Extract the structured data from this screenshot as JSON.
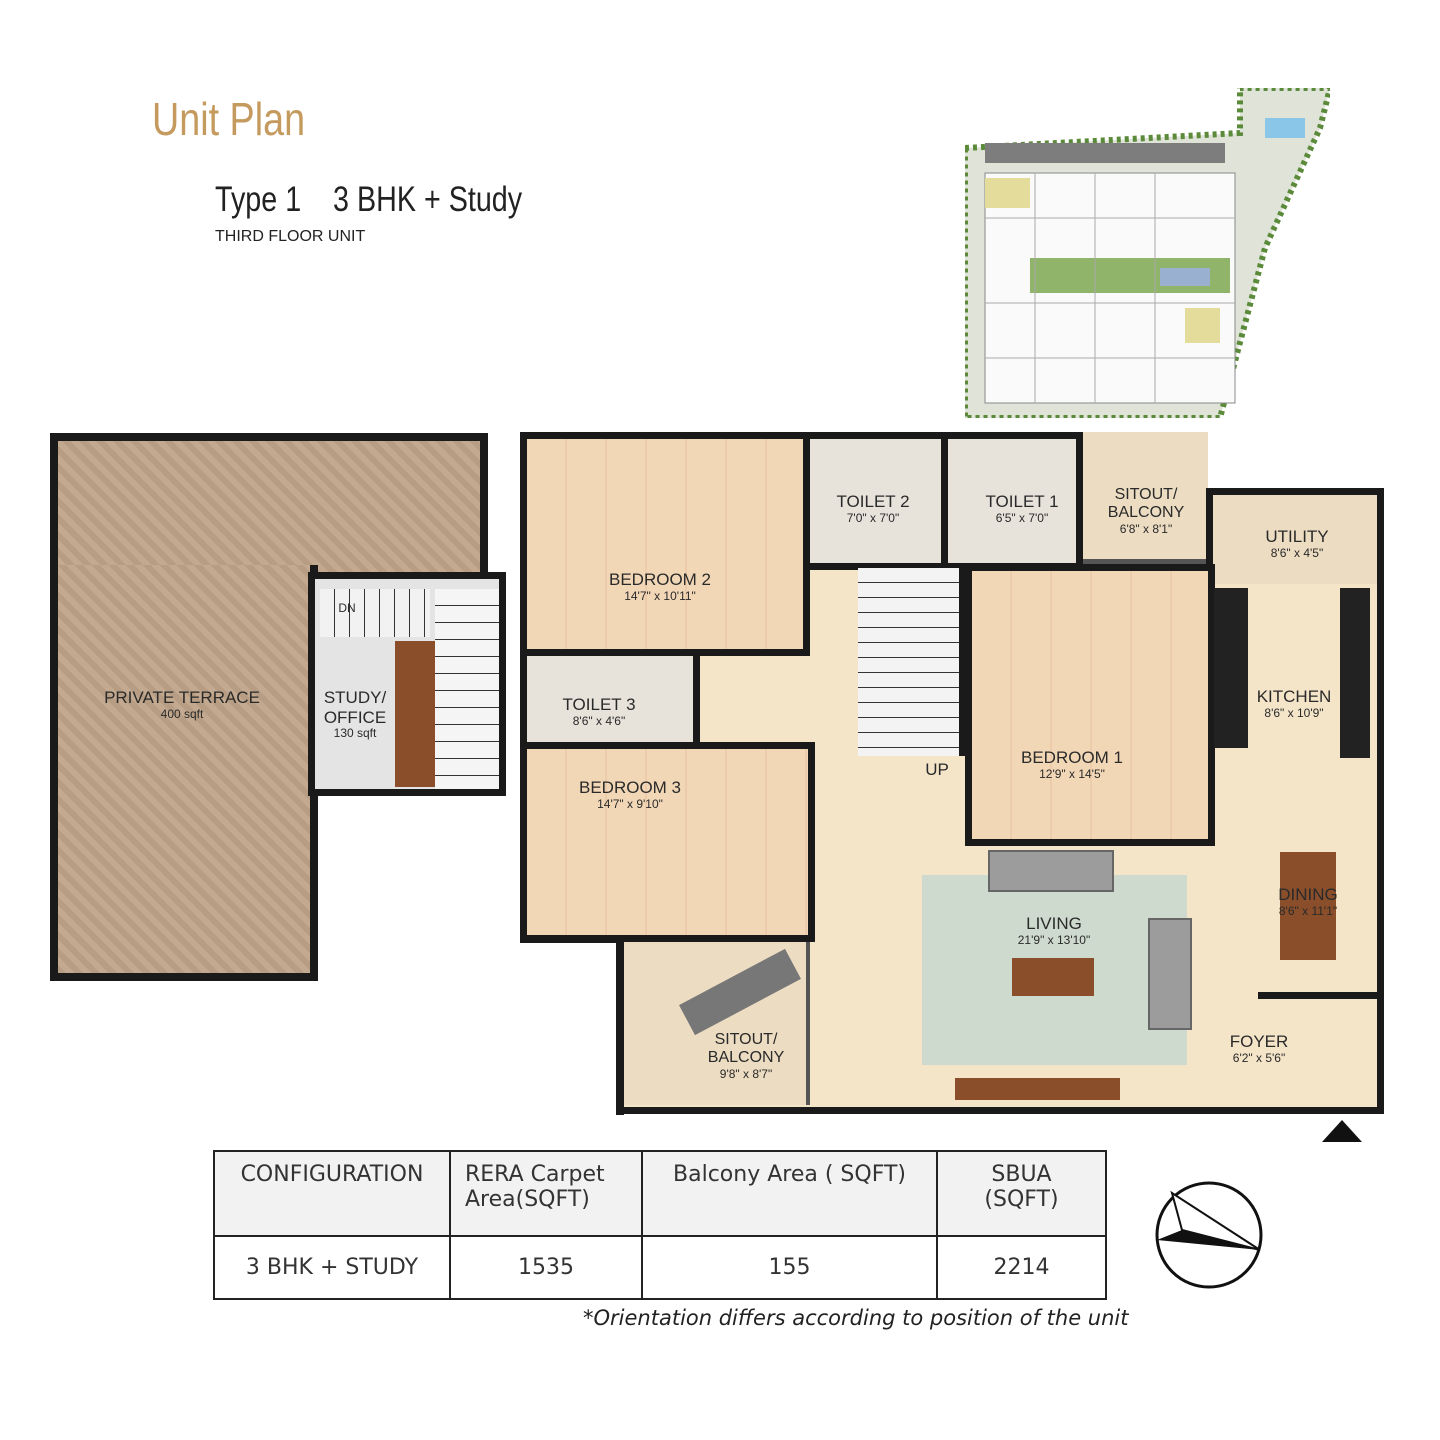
{
  "header": {
    "title": "Unit Plan",
    "type": "Type 1    3 BHK + Study",
    "floor": "THIRD FLOOR UNIT"
  },
  "colors": {
    "title": "#c49a5e",
    "wall": "#1a1a1a",
    "wood_floor": "#f2d7b6",
    "marble_floor": "#f4e5c9",
    "terrace": "#b79d83"
  },
  "terrace": {
    "private_terrace": {
      "name": "PRIVATE TERRACE",
      "size": "400 sqft"
    },
    "study": {
      "name1": "STUDY/",
      "name2": "OFFICE",
      "size": "130 sqft"
    },
    "stair_dn": "DN"
  },
  "rooms": {
    "bedroom2": {
      "name": "BEDROOM 2",
      "size": "14'7\" x 10'11\""
    },
    "toilet2": {
      "name": "TOILET 2",
      "size": "7'0\" x 7'0\""
    },
    "toilet1": {
      "name": "TOILET 1",
      "size": "6'5\" x 7'0\""
    },
    "sitout1": {
      "name1": "SITOUT/",
      "name2": "BALCONY",
      "size": "6'8\" x 8'1\""
    },
    "utility": {
      "name": "UTILITY",
      "size": "8'6\" x 4'5\""
    },
    "kitchen": {
      "name": "KITCHEN",
      "size": "8'6\" x 10'9\""
    },
    "toilet3": {
      "name": "TOILET 3",
      "size": "8'6\" x 4'6\""
    },
    "bedroom1": {
      "name": "BEDROOM 1",
      "size": "12'9\" x 14'5\""
    },
    "bedroom3": {
      "name": "BEDROOM 3",
      "size": "14'7\" x 9'10\""
    },
    "living": {
      "name": "LIVING",
      "size": "21'9\" x 13'10\""
    },
    "dining": {
      "name": "DINING",
      "size": "8'6\" x 11'1\""
    },
    "sitout2": {
      "name1": "SITOUT/",
      "name2": "BALCONY",
      "size": "9'8\" x 8'7\""
    },
    "foyer": {
      "name": "FOYER",
      "size": "6'2\" x 5'6\""
    },
    "stair_up": "UP"
  },
  "table": {
    "headers": [
      "CONFIGURATION",
      "RERA Carpet Area(SQFT)",
      "Balcony Area ( SQFT)",
      "SBUA (SQFT)"
    ],
    "rows": [
      [
        "3 BHK + STUDY",
        "1535",
        "155",
        "2214"
      ]
    ]
  },
  "note": "*Orientation differs according to position of the unit",
  "icons": {
    "compass": "compass-icon",
    "entry": "entry-triangle-icon"
  }
}
